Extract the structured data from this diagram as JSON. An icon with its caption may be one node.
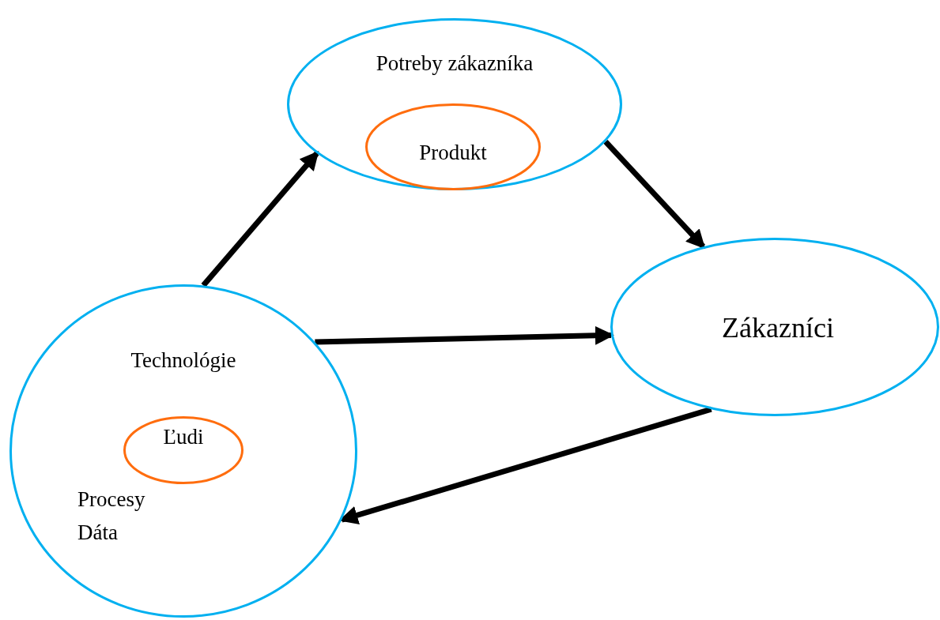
{
  "diagram": {
    "nodes": [
      {
        "text": [
          "Potreby zákazníka"
        ]
      },
      {
        "text": [
          "Produkt"
        ],
        "in": 0
      },
      {
        "text": [
          "Zákazníci"
        ]
      },
      {
        "text": [
          "Technológie",
          "Procesy",
          "Dáta"
        ]
      },
      {
        "text": [
          "Ľudi"
        ],
        "in": 3
      }
    ],
    "edges": [
      {
        "from": 3,
        "to": 0,
        "arrow": "to"
      },
      {
        "from": 0,
        "to": 2,
        "arrow": "to"
      },
      {
        "from": 3,
        "to": 2,
        "arrow": "to"
      },
      {
        "from": 2,
        "to": 3,
        "arrow": "to"
      }
    ]
  }
}
